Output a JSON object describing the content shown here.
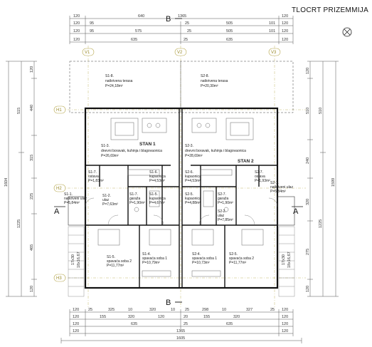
{
  "title": "TLOCRT PRIZEMMIJA",
  "section_marks": {
    "top": "B",
    "bottom": "B",
    "left": "A",
    "right": "A"
  },
  "axes": {
    "vertical": [
      "V1",
      "V2",
      "V3"
    ],
    "horizontal": [
      "H1",
      "H2",
      "H3"
    ]
  },
  "dims_top": {
    "row1": [
      "120",
      "640",
      "1365",
      "120"
    ],
    "row2": [
      "120",
      "95",
      "25",
      "505",
      "101",
      "120"
    ],
    "row3": [
      "120",
      "95",
      "575",
      "25",
      "505",
      "101",
      "120"
    ],
    "row4": [
      "120",
      "635",
      "25",
      "635",
      "120"
    ]
  },
  "dims_bottom": {
    "row1": [
      "120",
      "25",
      "325",
      "10",
      "320",
      "10",
      "25",
      "298",
      "10",
      "327",
      "25",
      "120"
    ],
    "row2": [
      "120",
      "155",
      "320",
      "120",
      "20",
      "155",
      "320",
      "120"
    ],
    "row3": [
      "120",
      "635",
      "25",
      "635",
      "120"
    ],
    "row4": [
      "120",
      "1365",
      "120"
    ],
    "row5": [
      "1605"
    ]
  },
  "dims_left": {
    "outer": "1604",
    "inner": [
      "515",
      "1225"
    ],
    "rows": [
      "120",
      "440",
      "315",
      "225",
      "465",
      "120"
    ]
  },
  "dims_right": {
    "outer": "1599",
    "inner": [
      "510",
      "1225"
    ],
    "rows": [
      "120",
      "510",
      "240",
      "320",
      "275",
      "120"
    ]
  },
  "stair_label_left": [
    "17x30",
    "18x16,67"
  ],
  "stair_label_right": [
    "17x30",
    "18x16,67"
  ],
  "units": [
    "STAN 1",
    "STAN 2"
  ],
  "rooms": [
    {
      "code": "S1-8.",
      "name": "natkrivena terasa",
      "area": "P=24,18m²"
    },
    {
      "code": "S2-8.",
      "name": "natkrivena terasa",
      "area": "P=20,30m²"
    },
    {
      "code": "S1-3.",
      "name": "dnevni boravak, kuhinja i blagovaonica",
      "area": "P=26,69m²"
    },
    {
      "code": "S2-3.",
      "name": "dnevni boravak, kuhinja i blagovaonica",
      "area": "P=28,69m²"
    },
    {
      "code": "S1-7.",
      "name": "ostava",
      "area": "P=1,83m²"
    },
    {
      "code": "S1-6.",
      "name": "kupaonica",
      "area": "P=4,53m²"
    },
    {
      "code": "S2-6.",
      "name": "kupaonica",
      "area": "P=4,53m²"
    },
    {
      "code": "S2-7.",
      "name": "ostava",
      "area": "P=1,93m²"
    },
    {
      "code": "S1-1.",
      "name": "natkriveni ulaz",
      "area": "P=5,84m²"
    },
    {
      "code": "S1-2.",
      "name": "ulaz",
      "area": "P=7,63m²"
    },
    {
      "code": "S1-7.",
      "name": "garaža",
      "area": "P=1,90m²"
    },
    {
      "code": "S1-5.",
      "name": "kupaonica",
      "area": "P=4,67m²"
    },
    {
      "code": "S2-5.",
      "name": "kupaonica",
      "area": "P=4,88m²"
    },
    {
      "code": "S2-7.",
      "name": "garaža",
      "area": "P=1,90m²"
    },
    {
      "code": "S2-2.",
      "name": "ulaz",
      "area": "P=7,85m²"
    },
    {
      "code": "S2-1.",
      "name": "natkriveni ulaz",
      "area": "P=5,84m²"
    },
    {
      "code": "S1-5.",
      "name": "spavaća soba 2",
      "area": "P=11,77m²"
    },
    {
      "code": "S1-4.",
      "name": "spavaća soba 1",
      "area": "P=10,79m²"
    },
    {
      "code": "S2-4.",
      "name": "spavaća soba 1",
      "area": "P=10,73m²"
    },
    {
      "code": "S2-5.",
      "name": "spavaća soba 2",
      "area": "P=11,77m²"
    }
  ]
}
